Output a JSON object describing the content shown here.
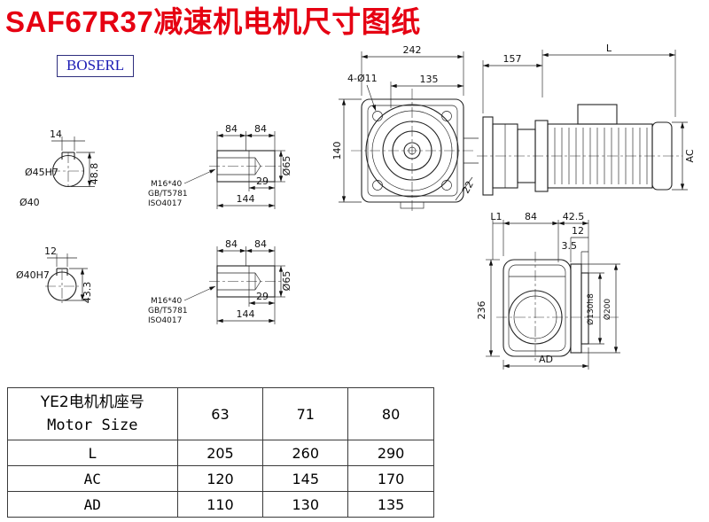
{
  "colors": {
    "title": "#e60012",
    "logo_text": "#1c1cb4",
    "logo_border": "#2e2e7e",
    "line": "#222222"
  },
  "header": {
    "title": "SAF67R37减速机电机尺寸图纸",
    "logo": "BOSERL"
  },
  "drawing": {
    "face_view_1": {
      "key_width": "14",
      "bore": "Ø45H7",
      "depth": "48.8",
      "note": "Ø40"
    },
    "face_view_2": {
      "key_width": "12",
      "bore": "Ø40H7",
      "depth": "43.3"
    },
    "shaft_view_1": {
      "seg_a": "84",
      "seg_b": "84",
      "bore_depth": "29",
      "length": "144",
      "dia": "Ø65",
      "screw": "M16*40",
      "std_1": "GB/T5781",
      "std_2": "ISO4017"
    },
    "shaft_view_2": {
      "seg_a": "84",
      "seg_b": "84",
      "bore_depth": "29",
      "length": "144",
      "dia": "Ø65",
      "screw": "M16*40",
      "std_1": "GB/T5781",
      "std_2": "ISO4017"
    },
    "front_view": {
      "width": "242",
      "span": "135",
      "holes": "4-Ø11",
      "height": "140",
      "tilt": "22"
    },
    "side_view": {
      "gear_length": "157",
      "motor_length": "L",
      "motor_height": "AC"
    },
    "output_view": {
      "l1": "L1",
      "hub": "84",
      "flange_off": "42.5",
      "plate": "12",
      "lip": "3.5",
      "height": "236",
      "spigot_dia": "Ø130h8",
      "flange_dia": "Ø200",
      "width": "AD"
    }
  },
  "table": {
    "header_line1": "YE2电机机座号",
    "header_line2": "Motor Size",
    "frame_sizes": [
      "63",
      "71",
      "80"
    ],
    "rows": [
      {
        "label": "L",
        "values": [
          "205",
          "260",
          "290"
        ]
      },
      {
        "label": "AC",
        "values": [
          "120",
          "145",
          "170"
        ]
      },
      {
        "label": "AD",
        "values": [
          "110",
          "130",
          "135"
        ]
      }
    ]
  }
}
